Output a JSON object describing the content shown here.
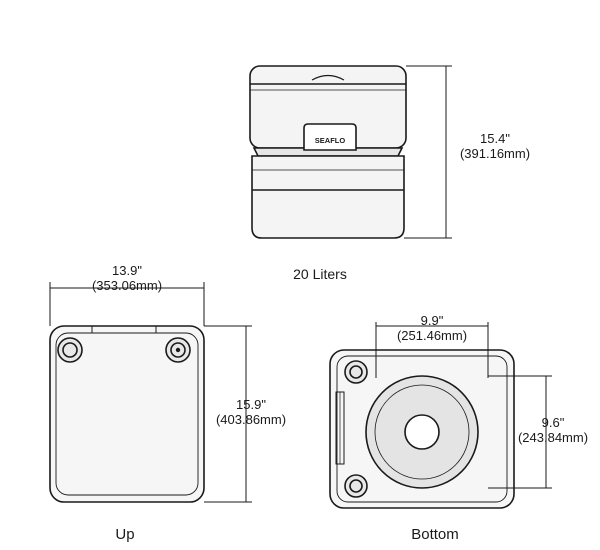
{
  "colors": {
    "stroke": "#1a1a1a",
    "fill_light": "#f2f2f2",
    "fill_mid": "#dcdcdc",
    "background": "#ffffff"
  },
  "side_view": {
    "brand": "SEAFLO",
    "height_in": "15.4\"",
    "height_mm": "(391.16mm)"
  },
  "capacity_label": "20 Liters",
  "up_view": {
    "caption": "Up",
    "width_in": "13.9\"",
    "width_mm": "(353.06mm)",
    "depth_in": "15.9\"",
    "depth_mm": "(403.86mm)"
  },
  "bottom_view": {
    "caption": "Bottom",
    "width_in": "9.9\"",
    "width_mm": "(251.46mm)",
    "height_in": "9.6\"",
    "height_mm": "(243.84mm)"
  }
}
